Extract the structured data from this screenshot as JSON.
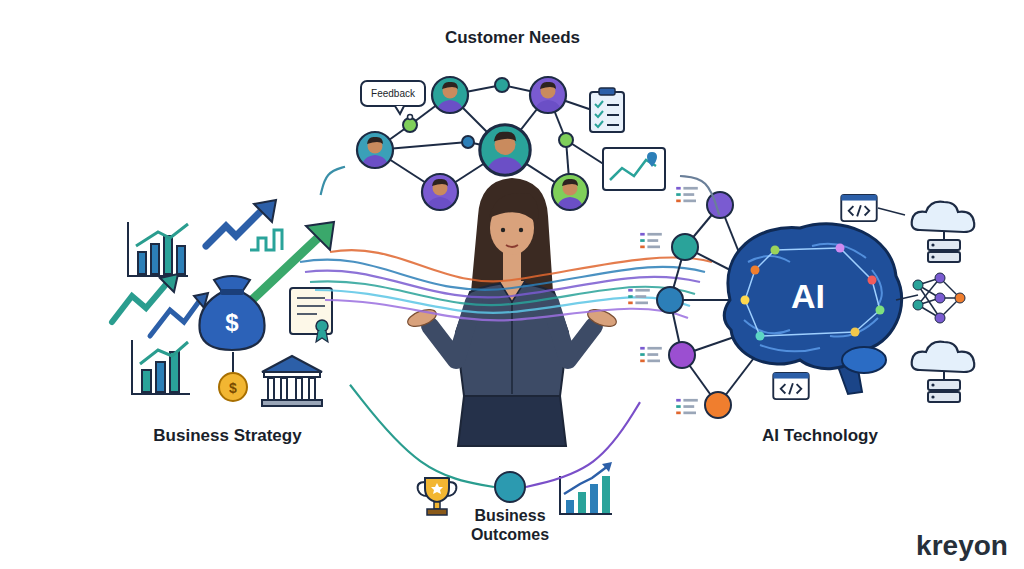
{
  "diagram": {
    "nodes": [
      {
        "text": [
          "Customer Needs"
        ]
      },
      {
        "text": [
          "Business Strategy"
        ]
      },
      {
        "text": [
          "AI Technology"
        ]
      },
      {
        "text": [
          "Business Outcomes"
        ]
      }
    ],
    "edges": [
      {
        "from": 1,
        "to": 0,
        "arrow": "none"
      },
      {
        "from": 0,
        "to": 2,
        "arrow": "none"
      },
      {
        "from": 1,
        "to": 3,
        "arrow": "none"
      },
      {
        "from": 2,
        "to": 3,
        "arrow": "none"
      }
    ],
    "labels": [
      "Feedback",
      "AI",
      "$",
      "$",
      "kreyon"
    ]
  }
}
